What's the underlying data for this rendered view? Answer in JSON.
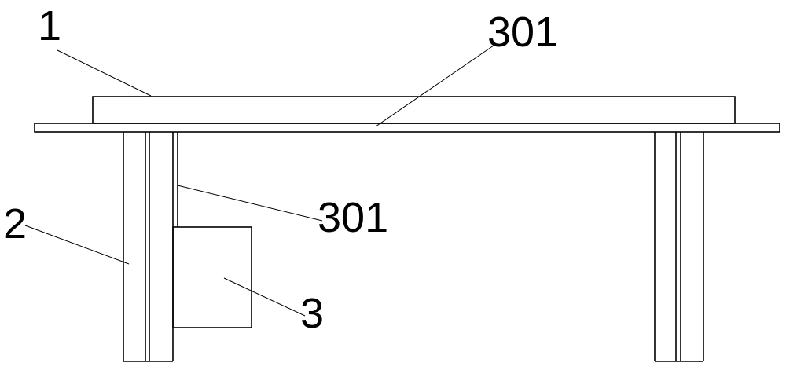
{
  "labels": {
    "part_1": "1",
    "part_301_top": "301",
    "part_301_side": "301",
    "part_2": "2",
    "part_3": "3"
  },
  "colors": {
    "stroke": "#000000",
    "background": "#ffffff"
  }
}
